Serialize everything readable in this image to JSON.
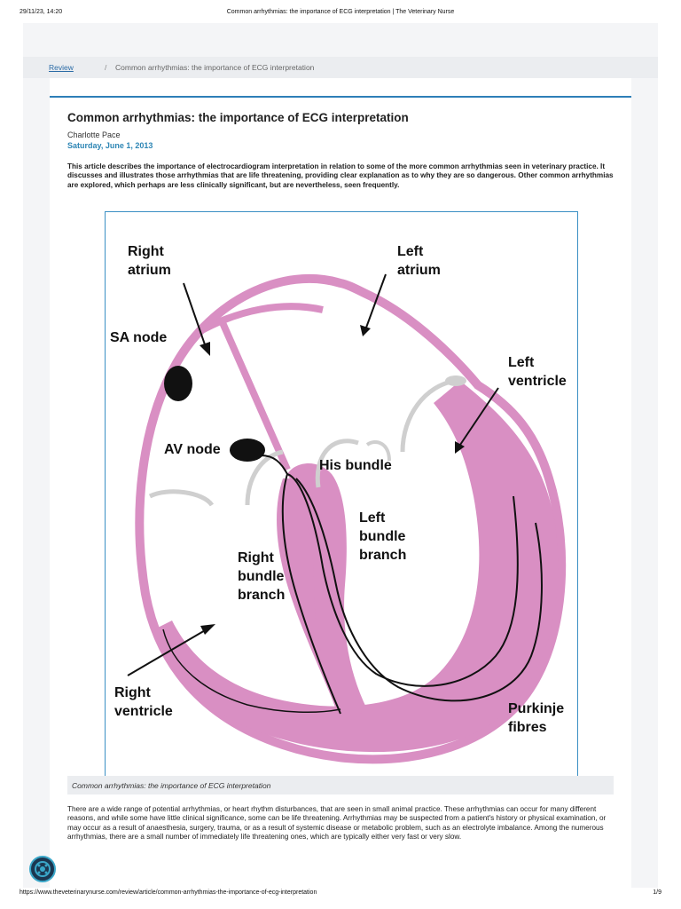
{
  "print_header": {
    "datetime": "29/11/23, 14:20",
    "page_title": "Common arrhythmias: the importance of ECG interpretation | The Veterinary Nurse"
  },
  "breadcrumb": {
    "parent": "Review",
    "separator": "/",
    "current": "Common arrhythmias: the importance of ECG interpretation"
  },
  "article": {
    "title": "Common arrhythmias: the importance of ECG interpretation",
    "author": "Charlotte Pace",
    "date": "Saturday, June 1, 2013",
    "abstract": "This article describes the importance of electrocardiogram interpretation in relation to some of the more common arrhythmias seen in veterinary practice. It discusses and illustrates those arrhythmias that are life threatening, providing clear explanation as to why they are so dangerous. Other common arrhythmias are explored, which perhaps are less clinically significant, but are nevertheless, seen frequently.",
    "body": "There are a wide range of potential arrhythmias, or heart rhythm disturbances, that are seen in small animal practice. These arrhythmias can occur for many different reasons, and while some have little clinical significance, some can be life threatening. Arrhythmias may be suspected from a patient's history or physical examination, or may occur as a result of anaesthesia, surgery, trauma, or as a result of systemic disease or metabolic problem, such as an electrolyte imbalance. Among the numerous arrhythmias, there are a small number of immediately life threatening ones, which are typically either very fast or very slow."
  },
  "figure": {
    "caption": "Common arrhythmias: the importance of ECG interpretation",
    "labels": {
      "right_atrium_1": "Right",
      "right_atrium_2": "atrium",
      "left_atrium_1": "Left",
      "left_atrium_2": "atrium",
      "sa_node": "SA node",
      "left_ventricle_1": "Left",
      "left_ventricle_2": "ventricle",
      "av_node": "AV node",
      "his_bundle": "His bundle",
      "left_bundle_1": "Left",
      "left_bundle_2": "bundle",
      "left_bundle_3": "branch",
      "right_bundle_1": "Right",
      "right_bundle_2": "bundle",
      "right_bundle_3": "branch",
      "right_ventricle_1": "Right",
      "right_ventricle_2": "ventricle",
      "purkinje_1": "Purkinje",
      "purkinje_2": "fibres"
    },
    "colors": {
      "muscle": "#d98fc3",
      "valve": "#cfcfcf",
      "node": "#111111"
    }
  },
  "print_footer": {
    "url": "https://www.theveterinarynurse.com/review/article/common-arrhythmias-the-importance-of-ecg-interpretation",
    "page": "1/9"
  },
  "colors": {
    "accent": "#2e7fb8",
    "link": "#2b6ba6",
    "date": "#2e86b5"
  }
}
